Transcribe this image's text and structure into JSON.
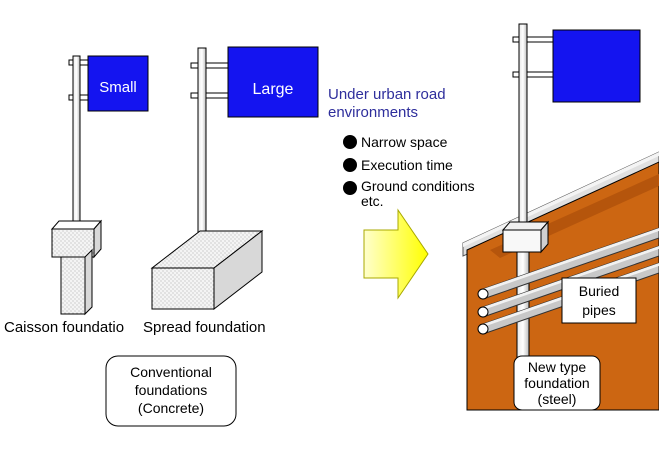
{
  "signs": {
    "small_label": "Small",
    "large_label": "Large"
  },
  "conditions": {
    "heading_line1": "Under urban road",
    "heading_line2": "environments",
    "items": [
      "Narrow space",
      "Execution time",
      "Ground conditions"
    ],
    "etc": "etc."
  },
  "foundations": {
    "caisson_label": "Caisson foundatio",
    "spread_label": "Spread foundation",
    "conventional_box": [
      "Conventional",
      "foundations",
      "(Concrete)"
    ]
  },
  "new_type": {
    "buried_pipes": [
      "Buried",
      "pipes"
    ],
    "foundation_box": [
      "New type",
      "foundation",
      "(steel)"
    ]
  },
  "colors": {
    "sign_blue": "#1414f0",
    "heading_blue": "#2e2e9c",
    "soil_orange": "#cc6612",
    "arrow_yellow": "#ffff00"
  }
}
